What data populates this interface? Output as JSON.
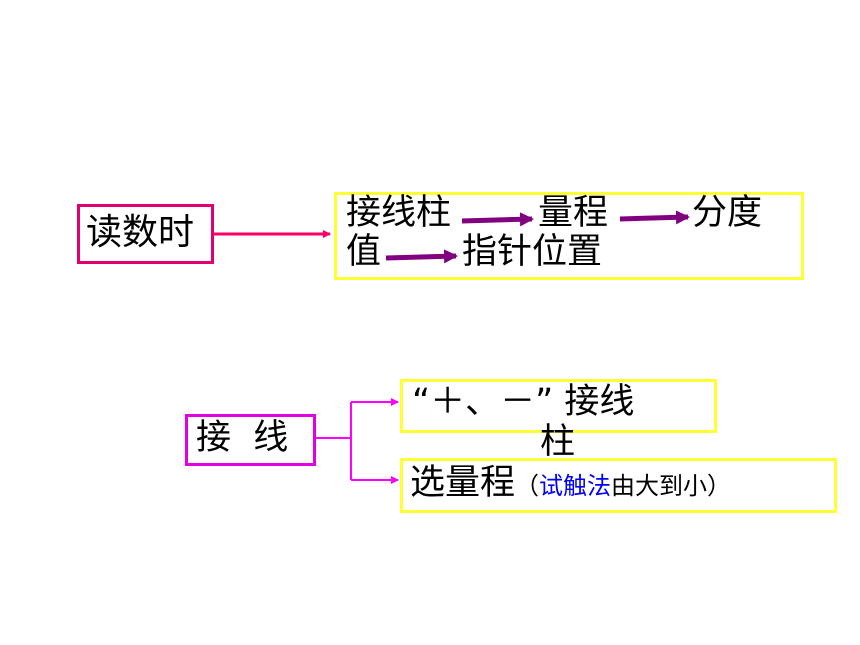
{
  "reading": {
    "label": "读数时",
    "steps": [
      "接线柱",
      "量程",
      "分度",
      "值",
      "指针位置"
    ]
  },
  "wiring": {
    "label": "接  线",
    "terminals_line1": "“＋、－” 接线",
    "terminals_line2": "柱",
    "range_main": "选量程",
    "range_open": "（",
    "range_method": "试触法",
    "range_rest": "由大到小）"
  },
  "colors": {
    "reading_border": "#e0006e",
    "wiring_border": "#e000e0",
    "step_box_border": "#ffff33",
    "arrow_main": "#ff0066",
    "arrow_step": "#800080",
    "bracket": "#ff00ff",
    "method_text": "#0000ff"
  }
}
